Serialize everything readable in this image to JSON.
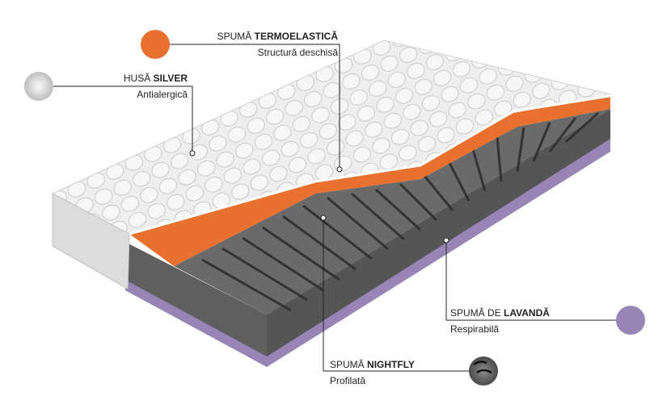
{
  "colors": {
    "orange": "#e8712f",
    "lavender": "#9985b5",
    "grey": "#5a5a5a",
    "cover": "#ececec"
  },
  "callouts": {
    "termoelastica": {
      "prefix": "SPUMĂ",
      "bold": "TERMOELASTICĂ",
      "sub": "Structură deschisă"
    },
    "silver": {
      "prefix": "HUSĂ",
      "bold": "SILVER",
      "sub": "Antialergică"
    },
    "lavanda": {
      "prefix": "SPUMĂ DE",
      "bold": "LAVANDĂ",
      "sub": "Respirabilă"
    },
    "nightfly": {
      "prefix": "SPUMĂ",
      "bold": "NIGHTFLY",
      "sub": "Profilată"
    }
  }
}
